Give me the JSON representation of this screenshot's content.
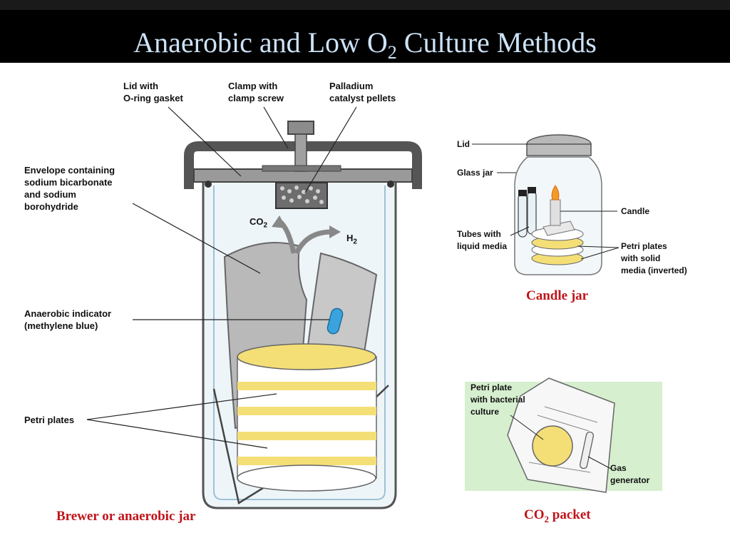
{
  "slide": {
    "title_pre": "Anaerobic and Low O",
    "title_sub": "2",
    "title_post": " Culture Methods"
  },
  "brewer_jar": {
    "labels": {
      "lid": "Lid with\nO-ring gasket",
      "clamp": "Clamp with\nclamp screw",
      "palladium": "Palladium\ncatalyst pellets",
      "envelope": "Envelope containing\nsodium bicarbonate\nand sodium\nborohydride",
      "co2": "CO",
      "co2_sub": "2",
      "h2": "H",
      "h2_sub": "2",
      "indicator": "Anaerobic indicator\n(methylene blue)",
      "petri": "Petri plates"
    },
    "caption": "Brewer or anaerobic jar"
  },
  "candle_jar": {
    "labels": {
      "lid": "Lid",
      "glass": "Glass jar",
      "candle": "Candle",
      "tubes": "Tubes with\nliquid media",
      "plates": "Petri plates\nwith solid\nmedia (inverted)"
    },
    "caption": "Candle jar"
  },
  "co2_packet": {
    "labels": {
      "plate": "Petri plate\nwith bacterial\nculture",
      "gas": "Gas\ngenerator"
    },
    "caption_pre": "CO",
    "caption_sub": "2",
    "caption_post": " packet"
  },
  "colors": {
    "title_text": "#cde2f7",
    "caption": "#c0141a",
    "petri_yellow": "#f4df77",
    "indicator_blue": "#3aa3de",
    "packet_bg": "#d6efcf"
  }
}
